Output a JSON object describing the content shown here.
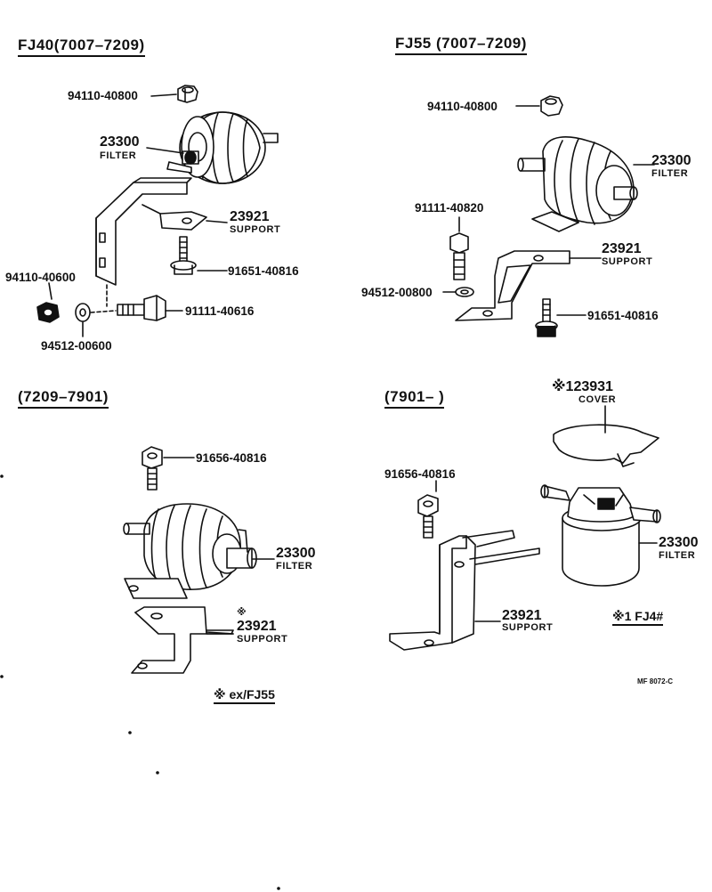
{
  "sections": {
    "fj40": {
      "title": "FJ40(7007–7209)"
    },
    "fj55": {
      "title": "FJ55  (7007–7209)"
    },
    "mid": {
      "title": "(7209–7901)"
    },
    "late": {
      "title": "(7901–        )"
    }
  },
  "fj40_parts": {
    "nut_top": "94110-40800",
    "filter_no": "23300",
    "filter_label": "FILTER",
    "support_no": "23921",
    "support_label": "SUPPORT",
    "bolt_flange": "91651-40816",
    "nut_side": "94110-40600",
    "bolt_long": "91111-40616",
    "washer": "94512-00600"
  },
  "fj55_parts": {
    "nut_top": "94110-40800",
    "filter_no": "23300",
    "filter_label": "FILTER",
    "bolt": "91111-40820",
    "support_no": "23921",
    "support_label": "SUPPORT",
    "washer": "94512-00800",
    "bolt_flange": "91651-40816"
  },
  "mid_parts": {
    "bolt": "91656-40816",
    "filter_no": "23300",
    "filter_label": "FILTER",
    "star": "※",
    "support_no": "23921",
    "support_label": "SUPPORT",
    "footnote": "※ ex/FJ55"
  },
  "late_parts": {
    "cover_no": "※123931",
    "cover_label": "COVER",
    "bolt": "91656-40816",
    "filter_no": "23300",
    "filter_label": "FILTER",
    "support_no": "23921",
    "support_label": "SUPPORT",
    "footnote": "※1 FJ4#",
    "code": "MF  8072-C"
  }
}
